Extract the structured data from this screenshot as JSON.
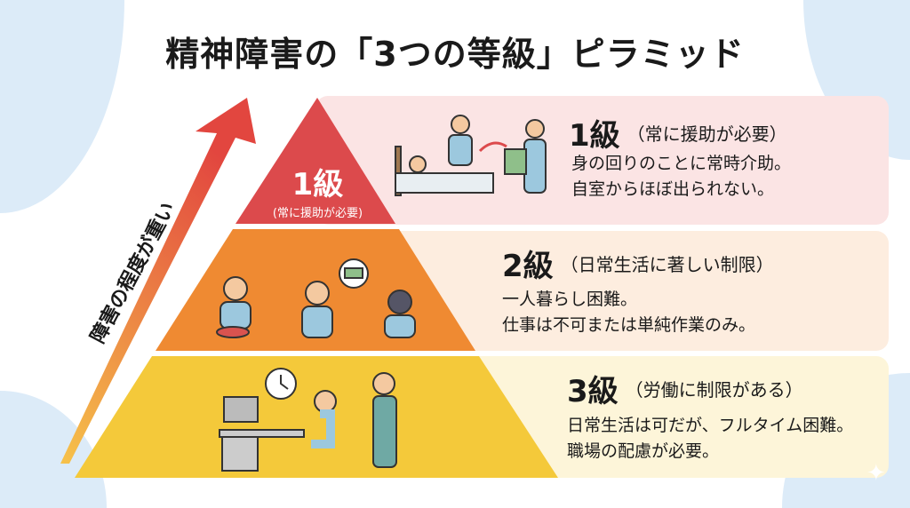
{
  "title": "精神障害の「3つの等級」ピラミッド",
  "axis_label": "障害の程度が重い",
  "colors": {
    "grade1": "#dc4a4c",
    "grade2": "#ef8a32",
    "grade3": "#f4c93a",
    "panel1": "#fbe4e4",
    "panel2": "#fdeddf",
    "panel3": "#fdf5d9"
  },
  "grades": [
    {
      "label": "1級",
      "sub": "（常に援助が必要）",
      "pyramid_sub": "(常に援助が必要)",
      "desc": [
        "身の回りのことに常時介助。",
        "自室からほぼ出られない。"
      ]
    },
    {
      "label": "2級",
      "sub": "（日常生活に著しい制限）",
      "desc": [
        "一人暮らし困難。",
        "仕事は不可または単純作業のみ。"
      ]
    },
    {
      "label": "3級",
      "sub": "（労働に制限がある）",
      "desc": [
        "日常生活は可だが、フルタイム困難。",
        "職場の配慮が必要。"
      ]
    }
  ]
}
